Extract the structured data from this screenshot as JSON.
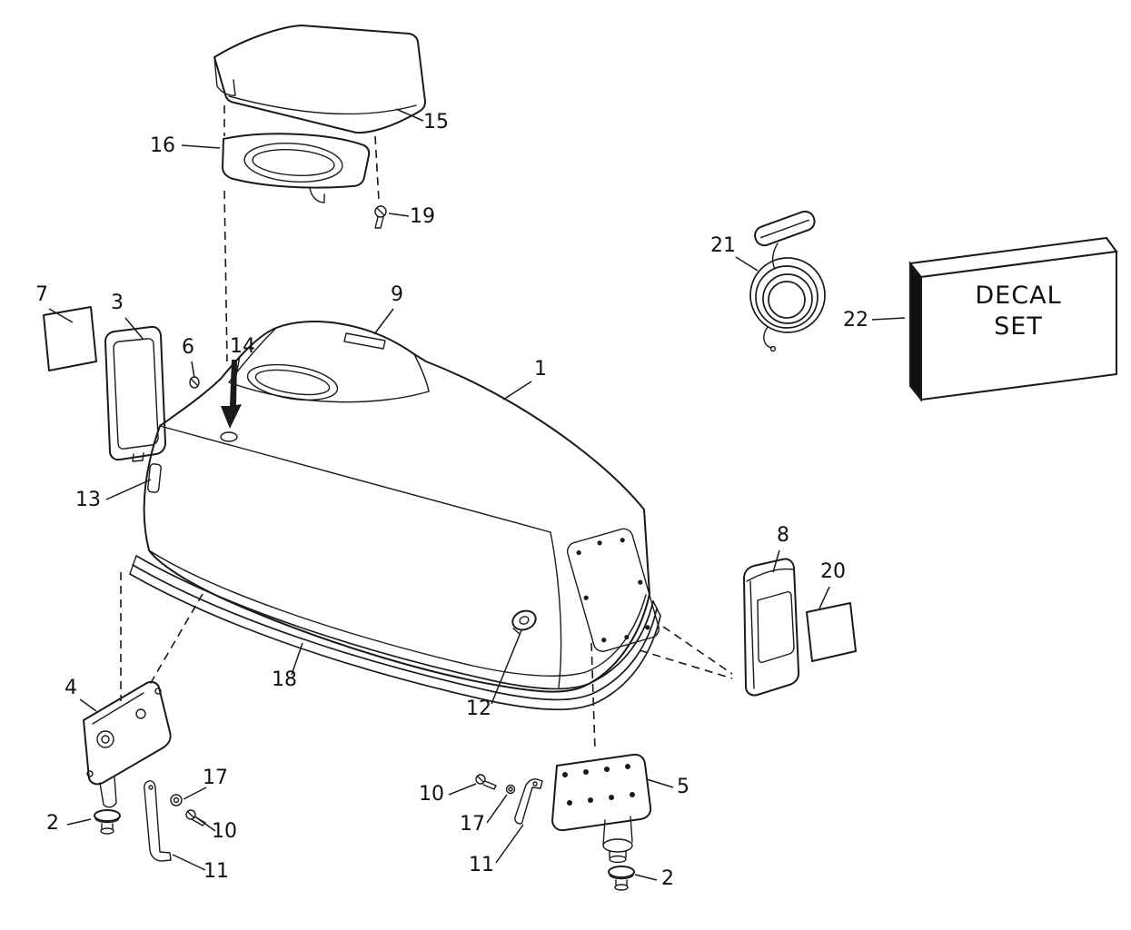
{
  "figure": {
    "kind": "exploded-parts-diagram",
    "subject": "outboard engine cover assembly",
    "ink_color": "#1a1a1a",
    "paper_color": "#ffffff"
  },
  "decal_box": {
    "line1": "DECAL",
    "line2": "SET"
  },
  "callouts": [
    {
      "label": "15"
    },
    {
      "label": "16"
    },
    {
      "label": "19"
    },
    {
      "label": "21"
    },
    {
      "label": "22"
    },
    {
      "label": "7"
    },
    {
      "label": "3"
    },
    {
      "label": "9"
    },
    {
      "label": "6"
    },
    {
      "label": "14"
    },
    {
      "label": "1"
    },
    {
      "label": "8"
    },
    {
      "label": "20"
    },
    {
      "label": "13"
    },
    {
      "label": "18"
    },
    {
      "label": "12"
    },
    {
      "label": "4"
    },
    {
      "label": "2"
    },
    {
      "label": "17"
    },
    {
      "label": "10"
    },
    {
      "label": "11"
    },
    {
      "label": "10"
    },
    {
      "label": "17"
    },
    {
      "label": "11"
    },
    {
      "label": "5"
    },
    {
      "label": "2"
    }
  ]
}
